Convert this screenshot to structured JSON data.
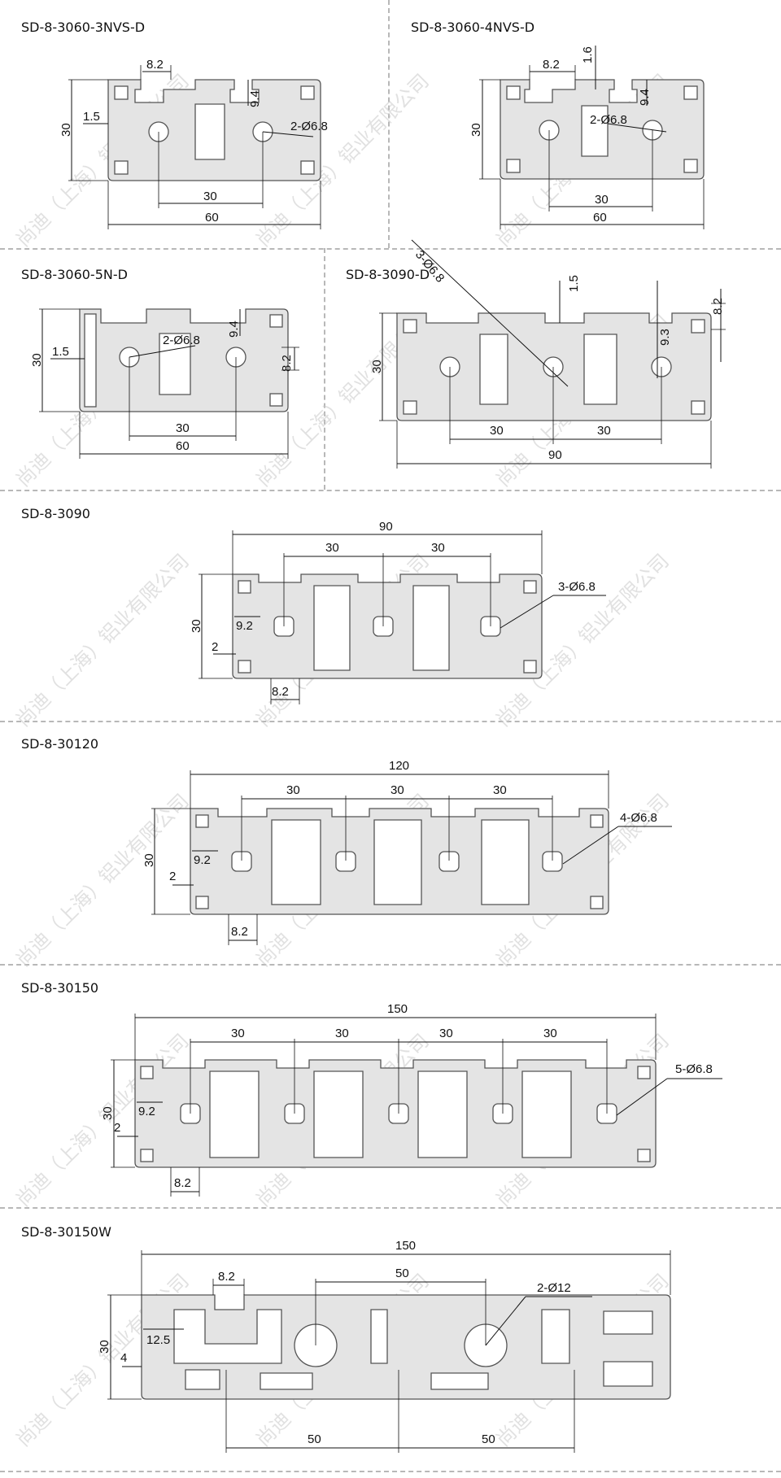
{
  "watermark": "尚迪（上海）铝业有限公司",
  "panels": [
    {
      "title": "SD-8-3060-3NVS-D",
      "dims": {
        "slot": "8.2",
        "depth": "9.4",
        "height": "30",
        "wall": "1.5",
        "holes": "2-Ø6.8",
        "pitch": "30",
        "width": "60"
      }
    },
    {
      "title": "SD-8-3060-4NVS-D",
      "dims": {
        "slot": "8.2",
        "lip": "1.6",
        "depth": "9.4",
        "height": "30",
        "holes": "2-Ø6.8",
        "pitch": "30",
        "width": "60"
      }
    },
    {
      "title": "SD-8-3060-5N-D",
      "dims": {
        "depth": "9.4",
        "height": "30",
        "wall": "1.5",
        "holes": "2-Ø6.8",
        "slot": "8.2",
        "pitch": "30",
        "width": "60"
      }
    },
    {
      "title": "SD-8-3090-D",
      "dims": {
        "holes": "3-Ø6.8",
        "lip": "1.5",
        "slot": "8.2",
        "depth": "9.3",
        "height": "30",
        "pitch1": "30",
        "pitch2": "30",
        "width": "90"
      }
    },
    {
      "title": "SD-8-3090",
      "dims": {
        "width": "90",
        "pitch1": "30",
        "pitch2": "30",
        "holes": "3-Ø6.8",
        "height": "30",
        "depth": "9.2",
        "wall": "2",
        "slot": "8.2"
      }
    },
    {
      "title": "SD-8-30120",
      "dims": {
        "width": "120",
        "pitch1": "30",
        "pitch2": "30",
        "pitch3": "30",
        "holes": "4-Ø6.8",
        "height": "30",
        "depth": "9.2",
        "wall": "2",
        "slot": "8.2"
      }
    },
    {
      "title": "SD-8-30150",
      "dims": {
        "width": "150",
        "pitch1": "30",
        "pitch2": "30",
        "pitch3": "30",
        "pitch4": "30",
        "holes": "5-Ø6.8",
        "height": "30",
        "depth": "9.2",
        "wall": "2",
        "slot": "8.2"
      }
    },
    {
      "title": "SD-8-30150W",
      "dims": {
        "width": "150",
        "slot": "8.2",
        "pitch_top": "50",
        "holes": "2-Ø12",
        "height": "30",
        "depth": "12.5",
        "wall": "4",
        "pitch1": "50",
        "pitch2": "50"
      }
    }
  ]
}
